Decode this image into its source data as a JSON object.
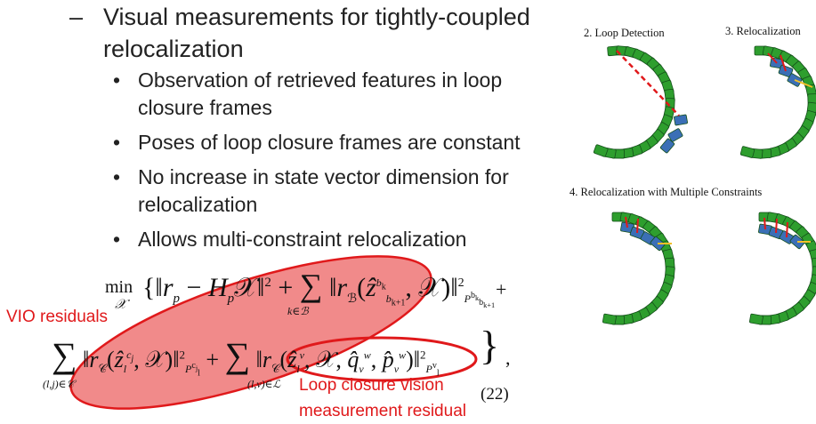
{
  "level1": {
    "text_line1": "Visual measurements for tightly-coupled",
    "text_line2": "relocalization"
  },
  "bullets": [
    {
      "line1": "Observation of retrieved features in loop",
      "line2": "closure frames"
    },
    {
      "line1": "Poses of loop closure frames are constant",
      "line2": ""
    },
    {
      "line1": "No increase in state vector dimension for",
      "line2": "relocalization"
    },
    {
      "line1": "Allows multi-constraint relocalization",
      "line2": ""
    }
  ],
  "bullet_glyph": "•",
  "dash_glyph": "–",
  "annotations": {
    "vio": "VIO residuals",
    "loop_line1": "Loop closure vision",
    "loop_line2": "measurement residual"
  },
  "equation": {
    "number": "(22)",
    "min": "min",
    "min_sub": "𝒳",
    "sum1_sub": "k∈ℬ",
    "sum2_sub": "(l,j)∈𝒞",
    "sum3_sub": "(l,v)∈ℒ"
  },
  "figure": {
    "label_2": "2. Loop Detection",
    "label_3": "3. Relocalization",
    "label_4": "4. Relocalization with Multiple Constraints"
  },
  "colors": {
    "red": "#e0191b",
    "ellipse_fill": "#f07d7d",
    "green": "#2e9e2e",
    "blue": "#3b6fb6",
    "yellow": "#f2c028"
  }
}
